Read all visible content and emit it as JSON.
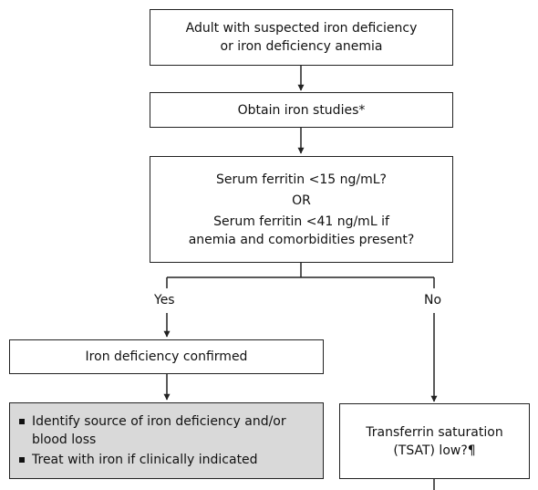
{
  "nodes": {
    "start": {
      "line1": "Adult with suspected iron deficiency",
      "line2": "or iron deficiency anemia"
    },
    "iron_studies": {
      "text": "Obtain iron studies*"
    },
    "ferritin": {
      "line1": "Serum ferritin <15 ng/mL?",
      "line2": "OR",
      "line3": "Serum ferritin <41 ng/mL if",
      "line4": "anemia and comorbidities present?"
    },
    "confirmed": {
      "text": "Iron deficiency confirmed"
    },
    "actions": {
      "items": [
        "Identify source of iron deficiency and/or blood loss",
        "Treat with iron if clinically indicated"
      ]
    },
    "tsat": {
      "line1": "Transferrin saturation",
      "line2": "(TSAT) low?¶"
    }
  },
  "branches": {
    "yes": "Yes",
    "no": "No"
  }
}
